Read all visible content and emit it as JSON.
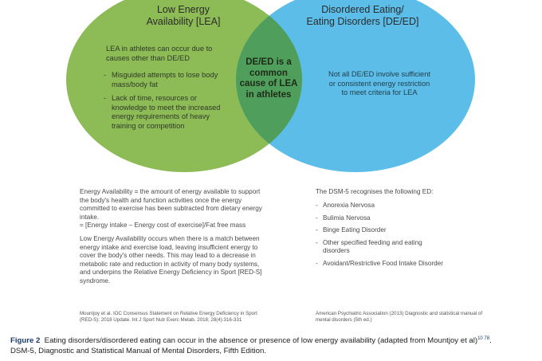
{
  "venn": {
    "left_title": "Low Energy\nAvailability [LEA]",
    "right_title": "Disordered Eating/\nEating Disorders [DE/ED]",
    "left_intro": "LEA in athletes can occur due to causes other than DE/ED",
    "left_bullets": [
      "Misguided attempts to lose body mass/body fat",
      "Lack of time, resources or knowledge to meet the increased energy requirements of heavy training or competition"
    ],
    "center": "DE/ED is a common cause of LEA in athletes",
    "right_text": "Not all DE/ED involve sufficient or consistent energy restriction to meet criteria for LEA",
    "colors": {
      "left_circle": "#8dbb55",
      "right_circle": "#5bbde8",
      "overlap": "#4f9e5c"
    }
  },
  "left_column": {
    "para1": "Energy Availability = the amount of energy available to support the body's health and function activities once the energy committed to exercise has been subtracted from dietary energy intake.",
    "formula": "= [Energy intake – Energy cost of exercise]/Fat free mass",
    "para2": "Low Energy Availability occurs when there is a match between energy intake and exercise load, leaving insufficient energy to cover the body's other needs. This may lead to a decrease in metabolic rate and reduction in activity of many body systems, and underpins the Relative Energy Deficiency in Sport [RED-S] syndrome.",
    "reference": "Mountjoy et al. IOC Consensus Statement on Relative Energy Deficiency in Sport (RED-S): 2018 Update. Int J Sport Nutr Exerc Metab. 2018; 28(4):316-331"
  },
  "right_column": {
    "heading": "The DSM-5 recognises the following ED:",
    "items": [
      "Anorexia Nervosa",
      "Bulimia Nervosa",
      "Binge Eating Disorder",
      "Other specified feeding and eating disorders",
      "Avoidant/Restrictive Food Intake Disorder"
    ],
    "reference": "American Psychiatric Association (2013) Diagnostic and statistical manual of mental disorders (5th ed.)"
  },
  "caption": {
    "label": "Figure 2",
    "text": "Eating disorders/disordered eating can occur in the absence or presence of low energy availability (adapted from Mountjoy et al)",
    "refs": "10 78",
    "end": ".",
    "line2": "DSM-5, Diagnostic and Statistical Manual of Mental Disorders, Fifth Edition."
  }
}
